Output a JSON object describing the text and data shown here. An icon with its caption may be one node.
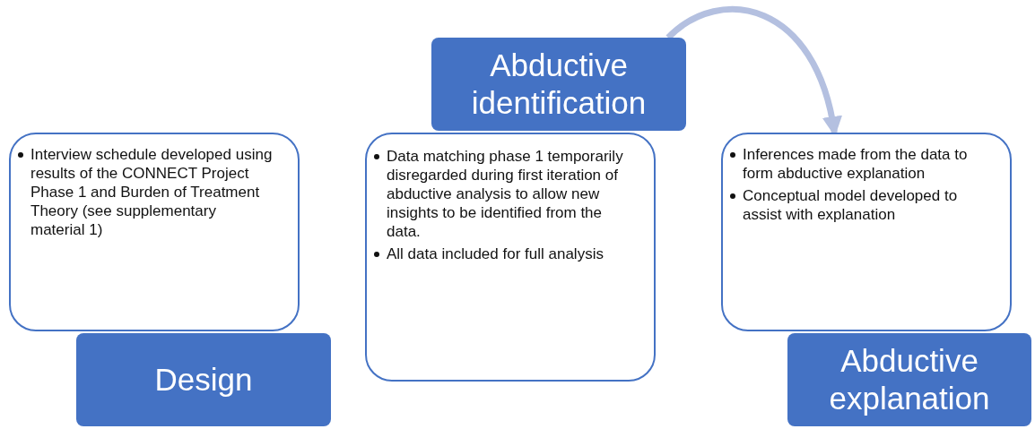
{
  "diagram": {
    "nodes": [
      {
        "text": [
          "Interview schedule developed using results of the CONNECT Project Phase 1 and Burden of Treatment Theory (see supplementary material 1)"
        ]
      },
      {
        "text": [
          "Design"
        ]
      },
      {
        "text": [
          "Abductive identification"
        ]
      },
      {
        "text": [
          "Data matching phase 1 temporarily disregarded during first iteration of abductive analysis to allow new insights to be identified from the data.",
          "All data included for full analysis"
        ]
      },
      {
        "text": [
          "Inferences made from the data to form abductive explanation",
          "Conceptual model developed to assist with explanation"
        ]
      },
      {
        "text": [
          "Abductive explanation"
        ]
      }
    ],
    "edges": [
      {
        "from": 2,
        "to": 4,
        "arrow": "to",
        "color": "#b4c0e0"
      }
    ]
  }
}
